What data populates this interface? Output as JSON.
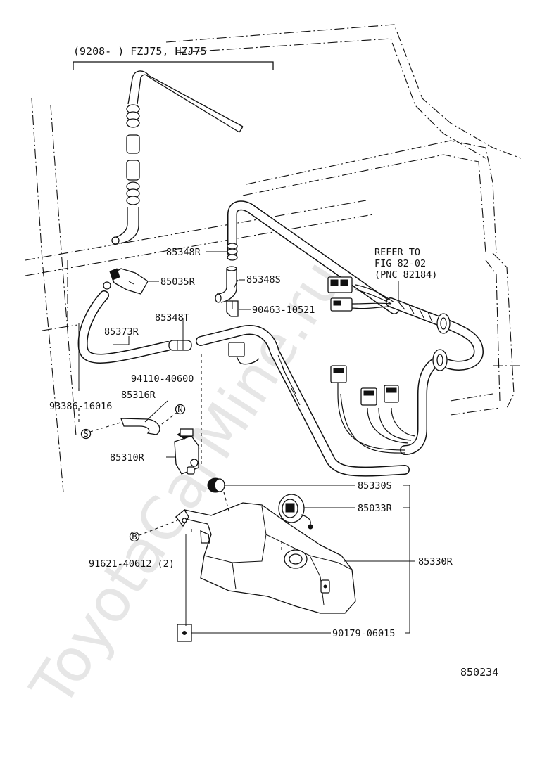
{
  "header": {
    "bracket_label": "(9208-      ) FZJ75, HZJ75"
  },
  "refer": {
    "line1": "REFER TO",
    "line2": "FIG 82-02",
    "line3": "(PNC 82184)"
  },
  "parts": {
    "p85348R": "85348R",
    "p85035R": "85035R",
    "p85348S": "85348S",
    "p90463": "90463-10521",
    "p85348T": "85348T",
    "p85373R": "85373R",
    "p94110": "94110-40600",
    "p85316R": "85316R",
    "p93386": "93386-16016",
    "p85310R": "85310R",
    "p85330S": "85330S",
    "p85033R": "85033R",
    "p85330R": "85330R",
    "p91621": "91621-40612 (2)",
    "p90179": "90179-06015"
  },
  "symbols": {
    "s_mark": "S",
    "n_mark": "N",
    "b_mark": "B"
  },
  "figure_number": "850234",
  "watermark": "ToyotaCarMine.ru"
}
